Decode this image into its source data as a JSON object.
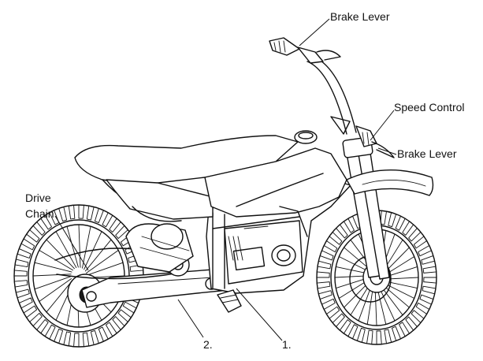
{
  "labels": {
    "brake_lever_top": "Brake Lever",
    "speed_control": "Speed Control",
    "brake_lever_right": "Brake Lever",
    "drive_chain_line1": "Drive",
    "drive_chain_line2": "Chain",
    "callout_2": "2.",
    "callout_1": "1."
  },
  "colors": {
    "ink": "#111111",
    "background": "#ffffff"
  }
}
